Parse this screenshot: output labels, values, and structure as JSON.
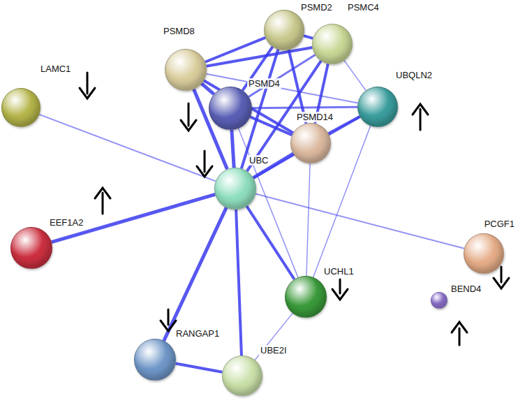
{
  "diagram": {
    "nodes": [
      {
        "text": [
          "PSMD2"
        ]
      },
      {
        "text": [
          "PSMD8"
        ]
      },
      {
        "text": [
          "PSMC4"
        ]
      },
      {
        "text": [
          "LAMC1"
        ]
      },
      {
        "text": [
          "PSMD4"
        ]
      },
      {
        "text": [
          "UBQLN2"
        ]
      },
      {
        "text": [
          "PSMD14"
        ]
      },
      {
        "text": [
          "UBC"
        ]
      },
      {
        "text": [
          "EEF1A2"
        ]
      },
      {
        "text": [
          "PCGF1"
        ]
      },
      {
        "text": [
          "UCHL1"
        ]
      },
      {
        "text": [
          "BEND4"
        ]
      },
      {
        "text": [
          "RANGAP1"
        ]
      },
      {
        "text": [
          "UBE2I"
        ]
      }
    ],
    "edges": [
      {
        "from": 1,
        "to": 0,
        "arrow": "none"
      },
      {
        "from": 1,
        "to": 2,
        "arrow": "none"
      },
      {
        "from": 0,
        "to": 2,
        "arrow": "none"
      },
      {
        "from": 1,
        "to": 4,
        "arrow": "none"
      },
      {
        "from": 1,
        "to": 6,
        "arrow": "none"
      },
      {
        "from": 1,
        "to": 7,
        "arrow": "none"
      },
      {
        "from": 1,
        "to": 5,
        "arrow": "none"
      },
      {
        "from": 0,
        "to": 4,
        "arrow": "none"
      },
      {
        "from": 0,
        "to": 6,
        "arrow": "none"
      },
      {
        "from": 0,
        "to": 7,
        "arrow": "none"
      },
      {
        "from": 2,
        "to": 4,
        "arrow": "none"
      },
      {
        "from": 2,
        "to": 6,
        "arrow": "none"
      },
      {
        "from": 2,
        "to": 7,
        "arrow": "none"
      },
      {
        "from": 2,
        "to": 5,
        "arrow": "none"
      },
      {
        "from": 4,
        "to": 6,
        "arrow": "none"
      },
      {
        "from": 4,
        "to": 5,
        "arrow": "none"
      },
      {
        "from": 4,
        "to": 7,
        "arrow": "none"
      },
      {
        "from": 6,
        "to": 5,
        "arrow": "none"
      },
      {
        "from": 6,
        "to": 7,
        "arrow": "none"
      },
      {
        "from": 7,
        "to": 5,
        "arrow": "none"
      },
      {
        "from": 5,
        "to": 10,
        "arrow": "none"
      },
      {
        "from": 4,
        "to": 10,
        "arrow": "none"
      },
      {
        "from": 6,
        "to": 10,
        "arrow": "none"
      },
      {
        "from": 7,
        "to": 3,
        "arrow": "none"
      },
      {
        "from": 7,
        "to": 8,
        "arrow": "none"
      },
      {
        "from": 7,
        "to": 9,
        "arrow": "none"
      },
      {
        "from": 7,
        "to": 10,
        "arrow": "none"
      },
      {
        "from": 7,
        "to": 12,
        "arrow": "none"
      },
      {
        "from": 7,
        "to": 13,
        "arrow": "none"
      },
      {
        "from": 12,
        "to": 13,
        "arrow": "none"
      },
      {
        "from": 10,
        "to": 13,
        "arrow": "none"
      }
    ]
  }
}
